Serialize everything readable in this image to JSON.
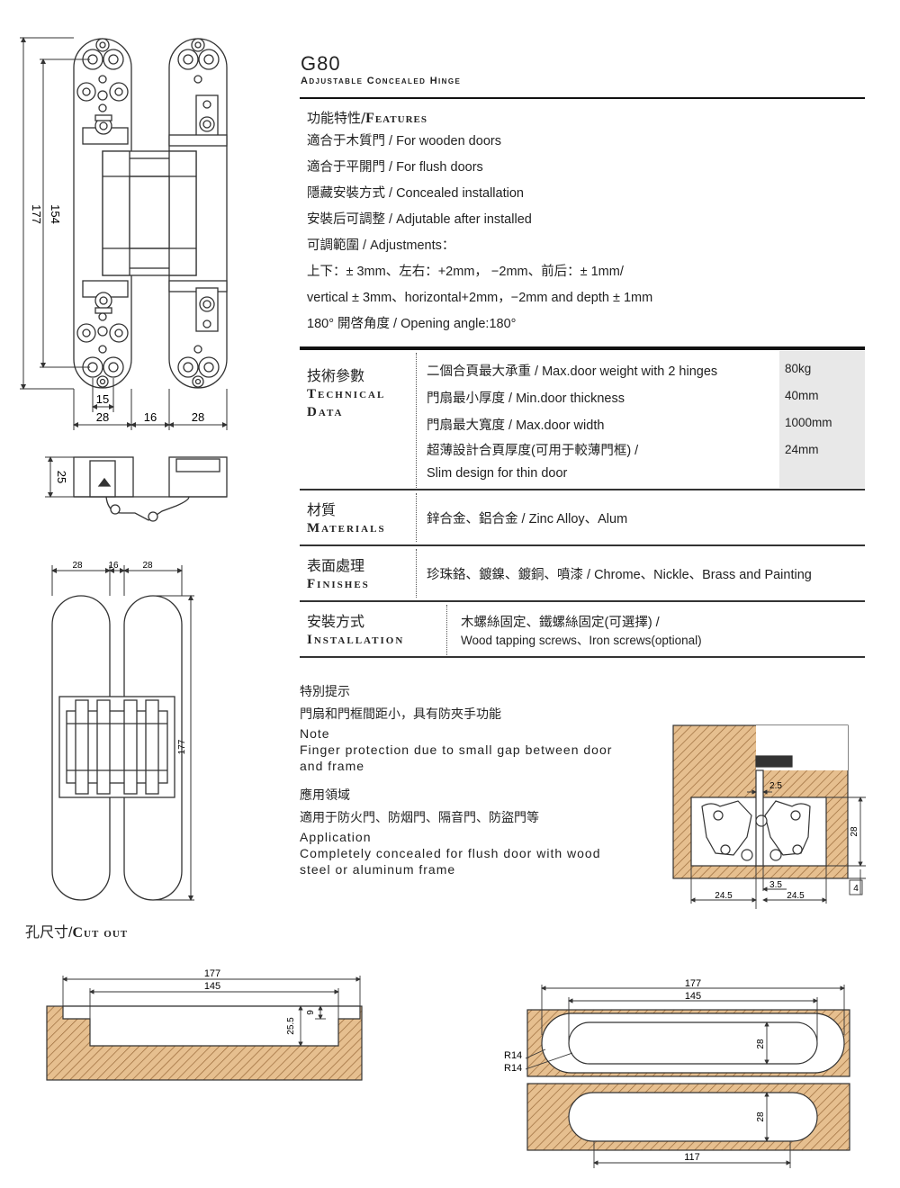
{
  "header": {
    "model": "G80",
    "subtitle": "Adjustable Concealed Hinge"
  },
  "features": {
    "heading_zh": "功能特性/",
    "heading_en": "Features",
    "items": [
      "適合于木質門 / For wooden doors",
      "適合于平開門 / For flush doors",
      "隱藏安裝方式 / Concealed installation",
      "安裝后可調整 / Adjutable  after installed",
      "可調範圍 / Adjustments：",
      "上下：± 3mm、左右：+2mm，  −2mm、前后：± 1mm/",
      "vertical ± 3mm、horizontal+2mm，−2mm and depth  ± 1mm",
      "180°  開啓角度 / Opening angle:180°"
    ]
  },
  "technical": {
    "label_zh": "技術參數",
    "label_en_1": "Technical",
    "label_en_2": "Data",
    "rows": [
      {
        "text": "二個合頁最大承重 / Max.door weight with 2 hinges",
        "value": "80kg"
      },
      {
        "text": "門扇最小厚度 / Min.door thickness",
        "value": "40mm"
      },
      {
        "text": "門扇最大寬度 / Max.door width",
        "value": "1000mm"
      },
      {
        "text": "超薄設計合頁厚度(可用于較薄門框) /",
        "value": "24mm"
      },
      {
        "text": "Slim design for thin door",
        "value": ""
      }
    ]
  },
  "materials": {
    "label_zh": "材質",
    "label_en": "Materials",
    "text": "鋅合金、鋁合金 / Zinc Alloy、Alum"
  },
  "finishes": {
    "label_zh": "表面處理",
    "label_en": "Finishes",
    "text": "珍珠鉻、鍍鎳、鍍銅、噴漆 / Chrome、Nickle、Brass and Painting"
  },
  "installation": {
    "label_zh": "安裝方式",
    "label_en": "Installation",
    "text_zh": "木螺絲固定、鐵螺絲固定(可選擇) /",
    "text_en": "Wood tapping screws、Iron screws(optional)"
  },
  "notes": {
    "special_zh": "特別提示",
    "gap_zh": "門扇和門框間距小，具有防夾手功能",
    "note_title": "Note",
    "note_text_1": "Finger protection due to small gap between door",
    "note_text_2": "and frame",
    "application_zh": "應用領域",
    "application_list_zh": "適用于防火門、防烟門、隔音門、防盜門等",
    "application_title": "Application",
    "application_text_1": "Completely concealed for flush door with wood",
    "application_text_2": "steel or aluminum frame"
  },
  "cutout": {
    "label_zh": "孔尺寸/",
    "label_en": "Cut out"
  },
  "dimensions": {
    "front_177": "177",
    "front_154": "154",
    "front_15": "15",
    "front_28a": "28",
    "front_16": "16",
    "front_28b": "28",
    "side_25": "25",
    "back_28a": "28",
    "back_16": "16",
    "back_28b": "28",
    "back_177": "177",
    "sec_25": "2.5",
    "sec_28": "28",
    "sec_35": "3.5",
    "sec_245a": "24.5",
    "sec_245b": "24.5",
    "sec_4": "4",
    "cut_177": "177",
    "cut_145": "145",
    "cut_255": "25.5",
    "cut_9": "9",
    "top_177": "177",
    "top_145": "145",
    "top_r14a": "R14",
    "top_r14b": "R14",
    "top_28a": "28",
    "top_28b": "28",
    "top_117": "117"
  },
  "colors": {
    "wood": "#e6bf8f",
    "hatch": "#9a6a3a",
    "line": "#333333",
    "grey_cell": "#e8e8e8"
  }
}
